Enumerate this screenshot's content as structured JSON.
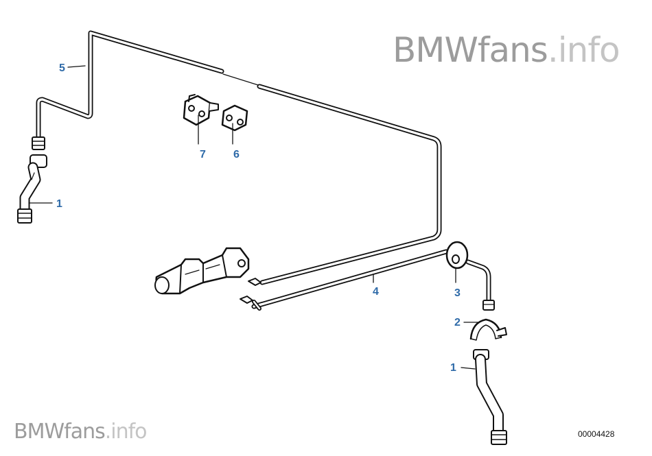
{
  "watermark": {
    "brand": "BMWfans",
    "suffix": ".info"
  },
  "diagram_code": "00004428",
  "callout_color": "#2e6aa8",
  "callouts": [
    {
      "id": "callout-5-upper-pipe",
      "label": "5"
    },
    {
      "id": "callout-1-left-hose",
      "label": "1"
    },
    {
      "id": "callout-7-clip",
      "label": "7"
    },
    {
      "id": "callout-6-clip",
      "label": "6"
    },
    {
      "id": "callout-4-lower-pipe",
      "label": "4"
    },
    {
      "id": "callout-3-grommet",
      "label": "3"
    },
    {
      "id": "callout-2-bracket",
      "label": "2"
    },
    {
      "id": "callout-1-right-hose",
      "label": "1"
    }
  ]
}
